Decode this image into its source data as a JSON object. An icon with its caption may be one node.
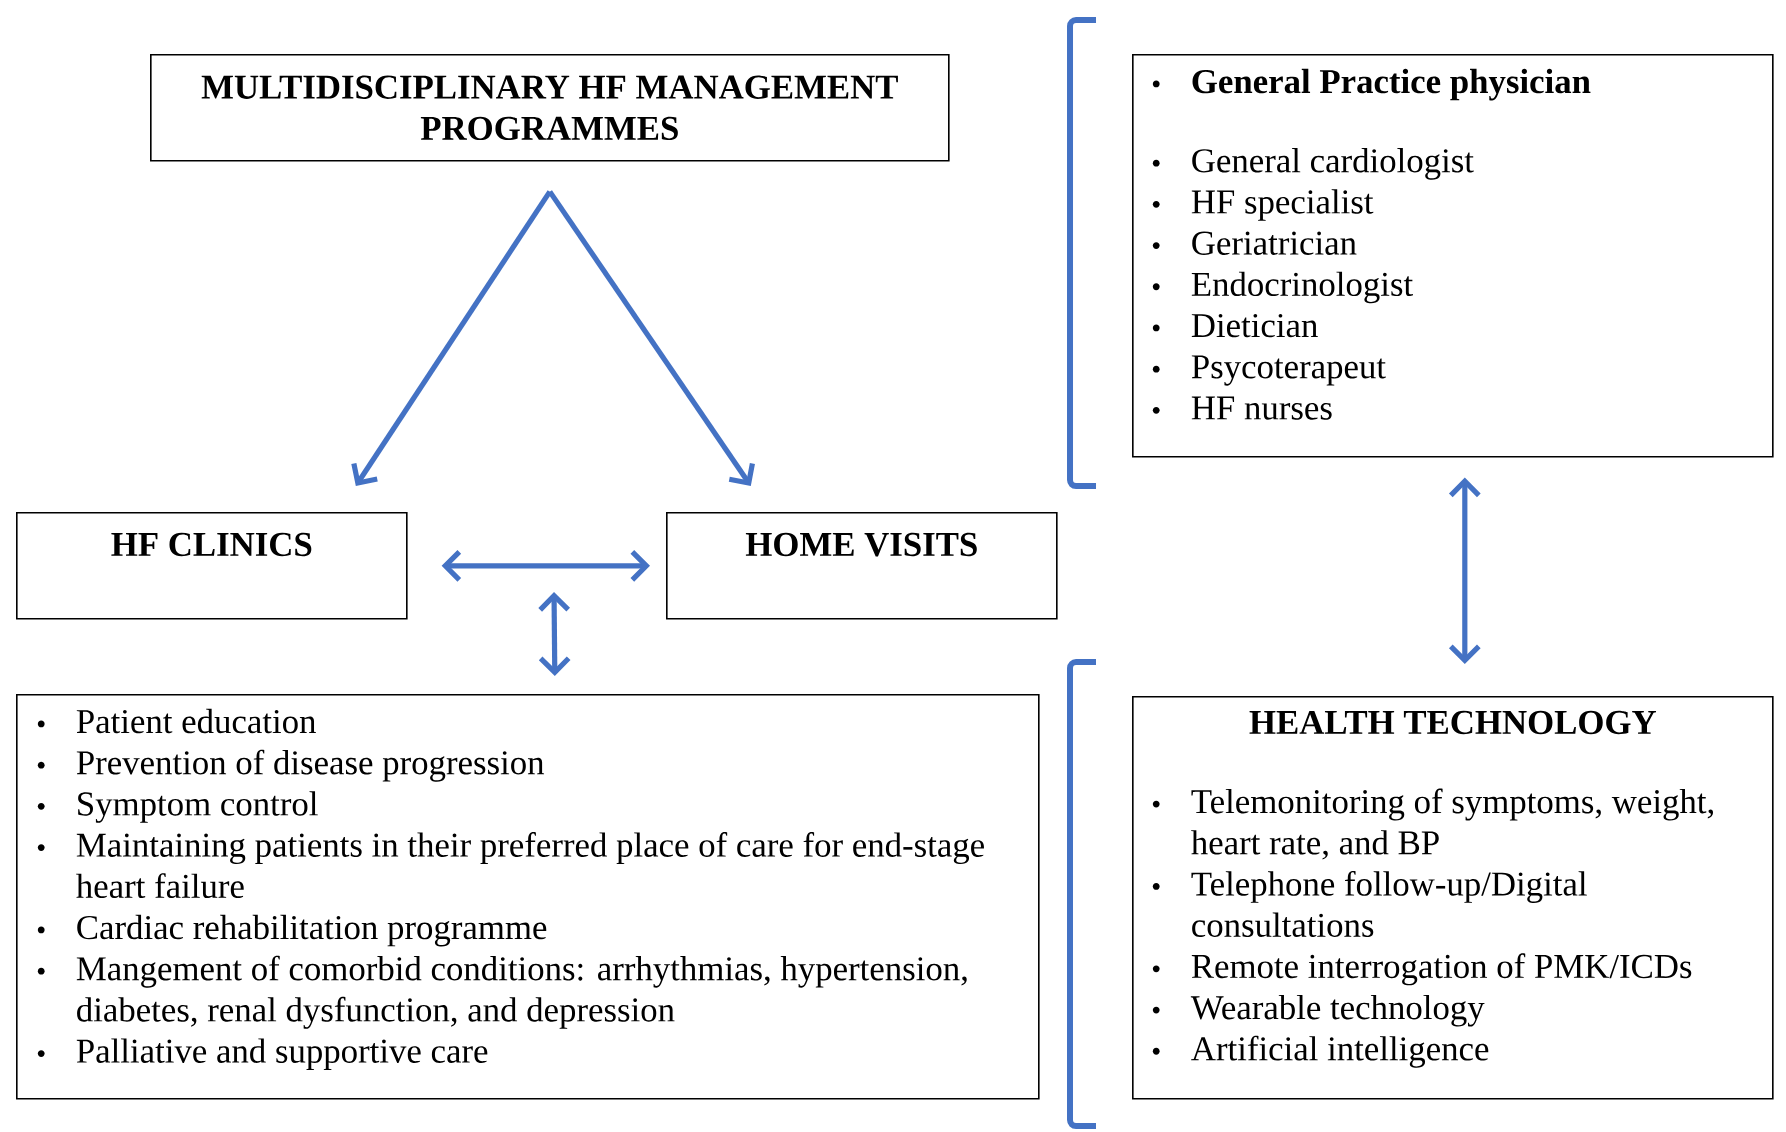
{
  "diagram": {
    "nodes": [
      {
        "text": [
          "MULTIDISCIPLINARY HF MANAGEMENT PROGRAMMES"
        ]
      },
      {
        "text": [
          "HF CLINICS"
        ]
      },
      {
        "text": [
          "HOME VISITS"
        ]
      },
      {
        "text": [
          "Patient education",
          "Prevention of disease progression",
          "Symptom control",
          "Maintaining patients in their preferred place of care for end-stage heart failure",
          "Cardiac rehabilitation programme",
          "Mangement of comorbid conditions: arrhythmias, hypertension, diabetes, renal dysfunction, and depression",
          "Palliative and supportive care"
        ]
      },
      {
        "text": [
          "General Practice physician",
          "General cardiologist",
          "HF specialist",
          "Geriatrician",
          "Endocrinologist",
          "Dietician",
          "Psycoterapeut",
          "HF nurses"
        ]
      },
      {
        "text": [
          "HEALTH TECHNOLOGY",
          "Telemonitoring of symptoms, weight, heart rate, and BP",
          "Telephone follow-up/Digital consultations",
          "Remote interrogation of PMK/ICDs",
          "Wearable technology",
          "Artificial intelligence"
        ]
      }
    ],
    "edges": [
      {
        "from": 0,
        "to": 1,
        "arrow": "to"
      },
      {
        "from": 0,
        "to": 2,
        "arrow": "to"
      },
      {
        "from": 1,
        "to": 2,
        "arrow": "both"
      },
      {
        "from": null,
        "to": 3,
        "arrow": "both"
      },
      {
        "from": 4,
        "to": 5,
        "arrow": "both"
      }
    ]
  }
}
